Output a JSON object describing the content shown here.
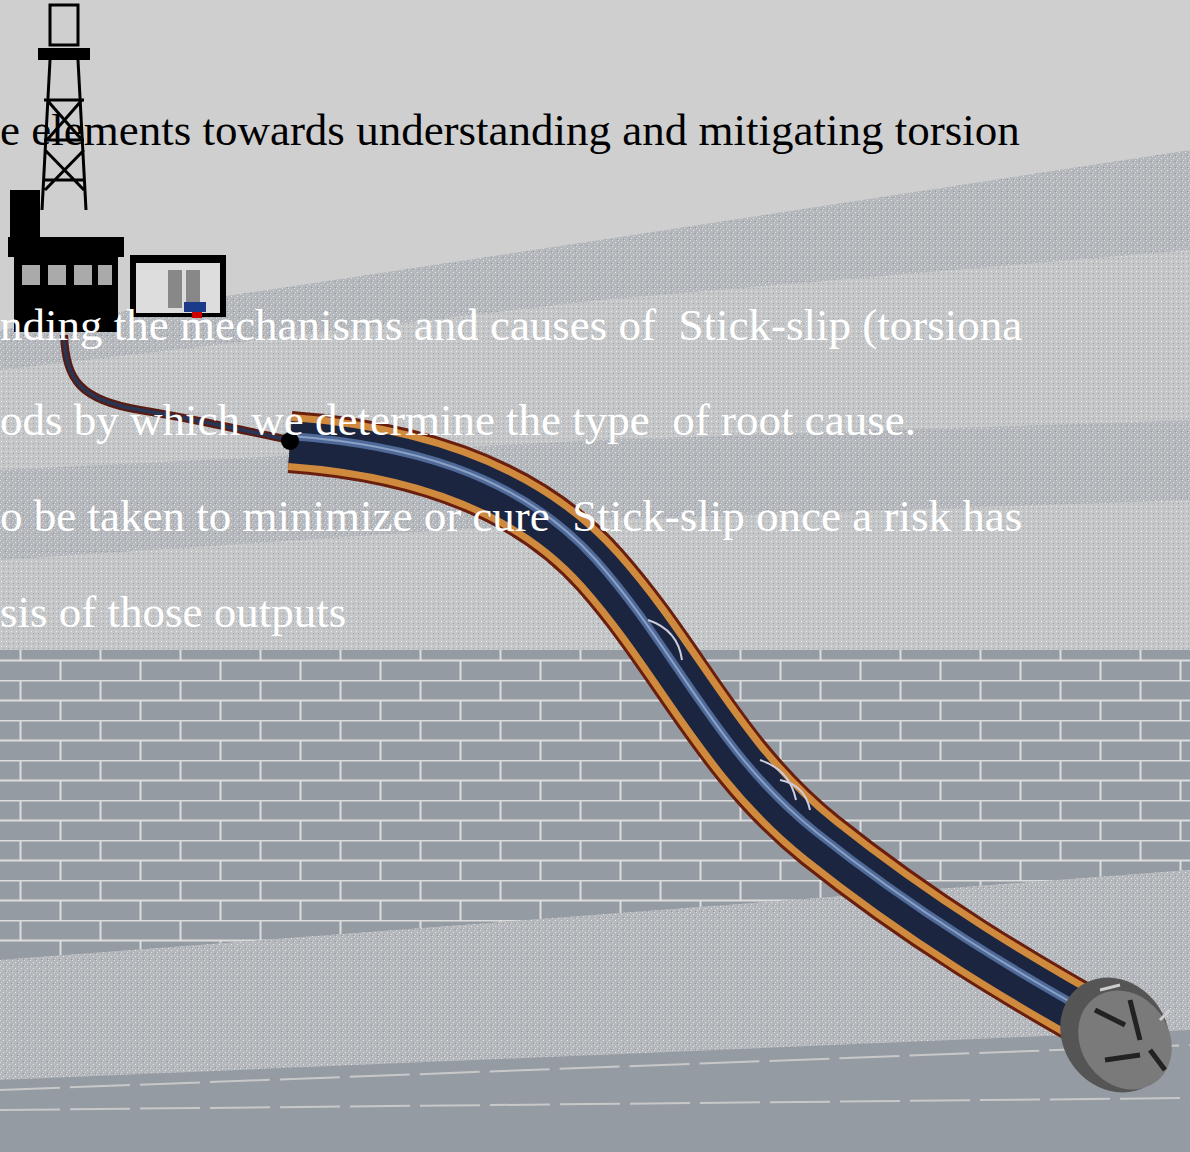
{
  "diagram": {
    "labels": [
      "e elements towards understanding and mitigating torsion",
      "nding the mechanisms and causes of  Stick-slip (torsiona",
      "ods by which we determine the type  of root cause.",
      "o be taken to minimize or cure  Stick-slip once a risk has",
      "sis of those outputs"
    ]
  }
}
